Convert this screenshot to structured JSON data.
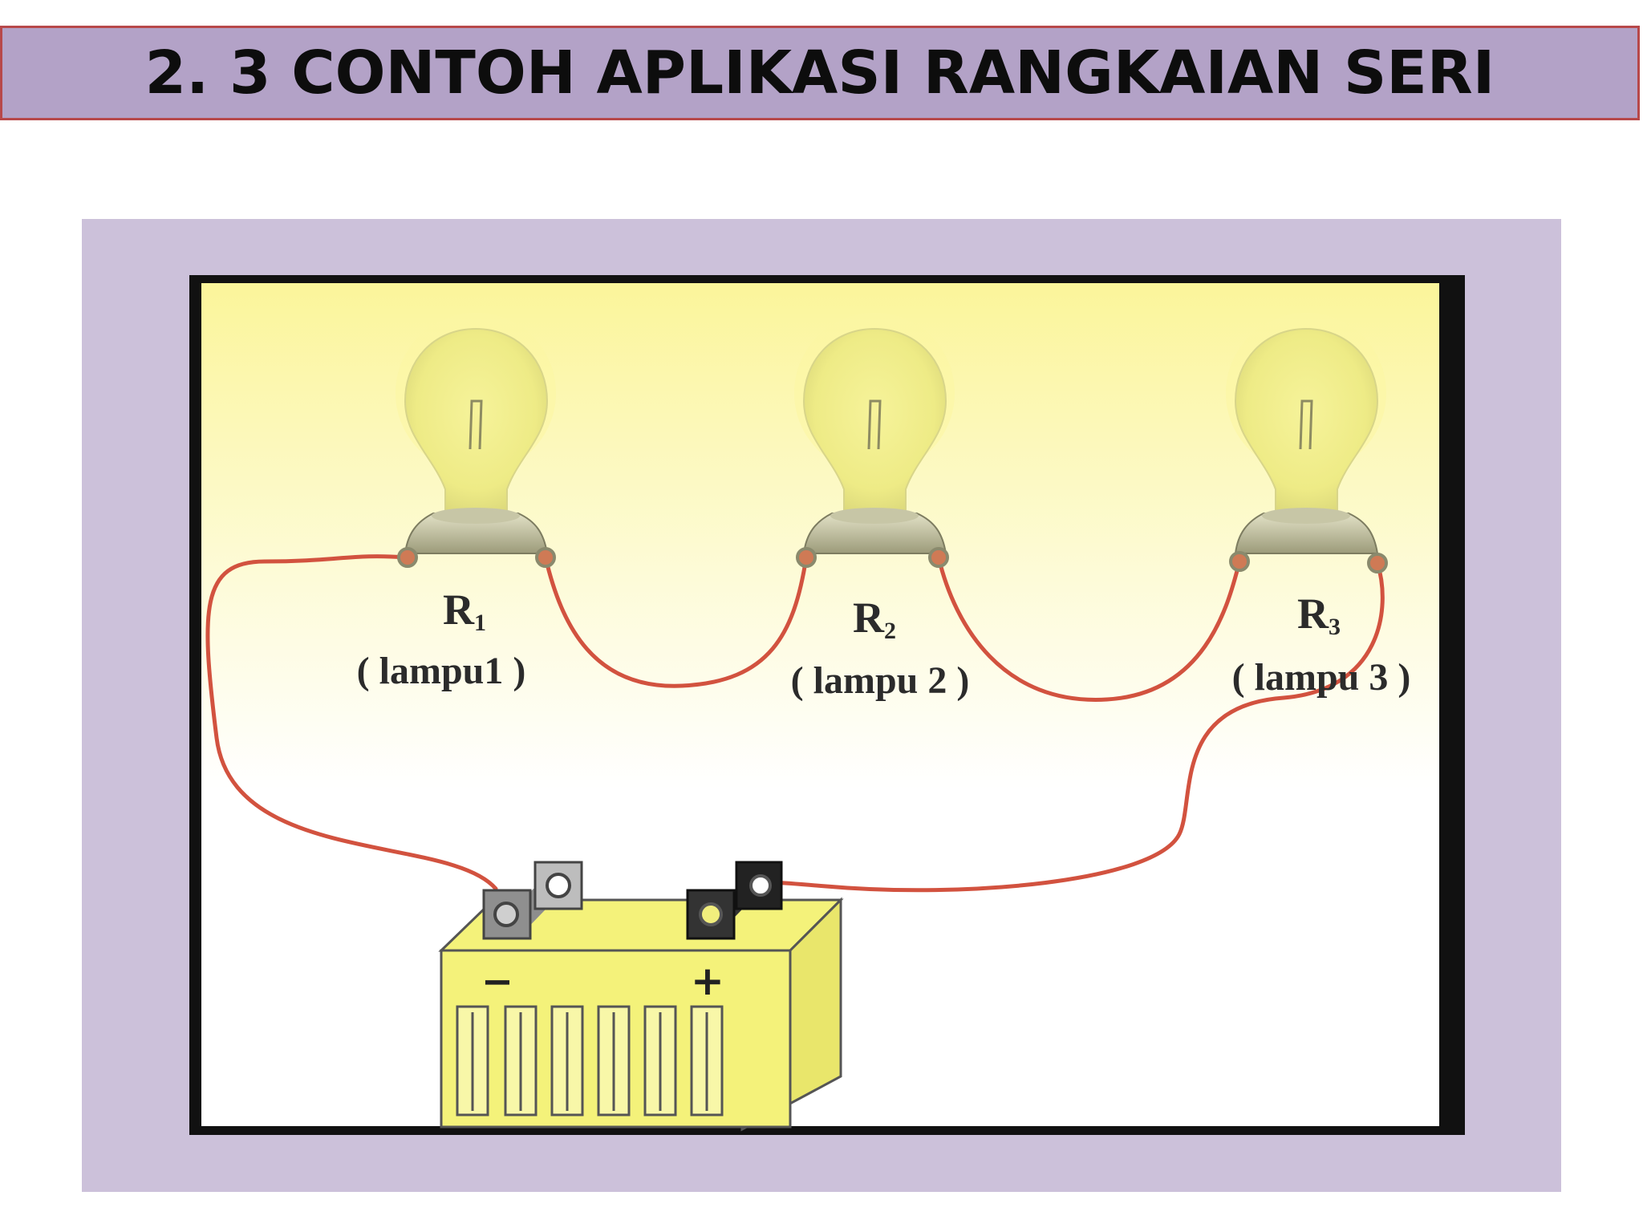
{
  "title": "2. 3 CONTOH APLIKASI RANGKAIAN SERI",
  "lamps": [
    {
      "symbol": "R",
      "subscript": "1",
      "name": "( lampu1 )"
    },
    {
      "symbol": "R",
      "subscript": "2",
      "name": "( lampu 2 )"
    },
    {
      "symbol": "R",
      "subscript": "3",
      "name": "( lampu 3 )"
    }
  ],
  "battery": {
    "negative_sign": "−",
    "positive_sign": "+"
  },
  "colors": {
    "title_background": "#b3a2c7",
    "title_border": "#b7484a",
    "panel_background": "#ccc1da",
    "wire": "#d2523f",
    "battery_body": "#f4f27a",
    "glow": "#fbf7a8"
  }
}
